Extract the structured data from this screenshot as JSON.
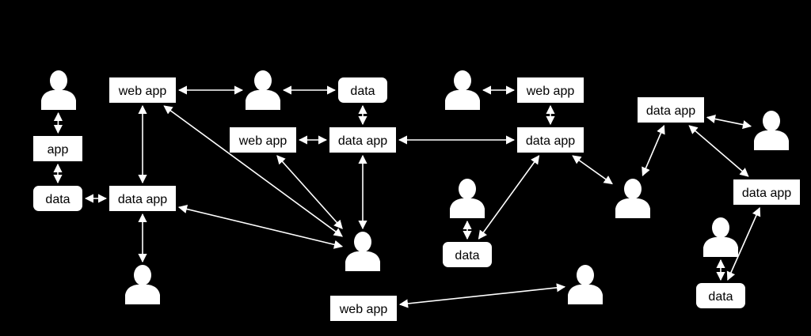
{
  "diagram": {
    "background": "#000000",
    "foreground": "#ffffff",
    "node_kinds": {
      "web_app": "web app",
      "data_app": "data app",
      "data": "data",
      "app": "app",
      "user": "person-icon"
    },
    "nodes": [
      {
        "id": "u1",
        "kind": "user"
      },
      {
        "id": "a1",
        "kind": "app",
        "label": "app"
      },
      {
        "id": "d1",
        "kind": "data",
        "label": "data"
      },
      {
        "id": "w1",
        "kind": "web_app",
        "label": "web app"
      },
      {
        "id": "da1",
        "kind": "data_app",
        "label": "data app"
      },
      {
        "id": "u2",
        "kind": "user"
      },
      {
        "id": "u3",
        "kind": "user"
      },
      {
        "id": "d2",
        "kind": "data",
        "label": "data"
      },
      {
        "id": "w2",
        "kind": "web_app",
        "label": "web app"
      },
      {
        "id": "da2",
        "kind": "data_app",
        "label": "data app"
      },
      {
        "id": "u4",
        "kind": "user"
      },
      {
        "id": "w3",
        "kind": "web_app",
        "label": "web app"
      },
      {
        "id": "u5",
        "kind": "user"
      },
      {
        "id": "w4",
        "kind": "web_app",
        "label": "web app"
      },
      {
        "id": "da3",
        "kind": "data_app",
        "label": "data app"
      },
      {
        "id": "u6",
        "kind": "user"
      },
      {
        "id": "d3",
        "kind": "data",
        "label": "data"
      },
      {
        "id": "da4",
        "kind": "data_app",
        "label": "data app"
      },
      {
        "id": "u7",
        "kind": "user"
      },
      {
        "id": "u8",
        "kind": "user"
      },
      {
        "id": "da5",
        "kind": "data_app",
        "label": "data app"
      },
      {
        "id": "u9",
        "kind": "user"
      },
      {
        "id": "d4",
        "kind": "data",
        "label": "data"
      },
      {
        "id": "u10",
        "kind": "user"
      }
    ],
    "edges": [
      [
        "u1",
        "a1"
      ],
      [
        "a1",
        "d1"
      ],
      [
        "d1",
        "da1"
      ],
      [
        "w1",
        "da1"
      ],
      [
        "da1",
        "u2"
      ],
      [
        "w1",
        "u3"
      ],
      [
        "u3",
        "d2"
      ],
      [
        "d2",
        "da2"
      ],
      [
        "w2",
        "da2"
      ],
      [
        "da2",
        "u4"
      ],
      [
        "w1",
        "u4"
      ],
      [
        "da1",
        "u4"
      ],
      [
        "w2",
        "u4"
      ],
      [
        "w3",
        "u10"
      ],
      [
        "da2",
        "da3"
      ],
      [
        "u5",
        "w4"
      ],
      [
        "w4",
        "da3"
      ],
      [
        "u6",
        "d3"
      ],
      [
        "da3",
        "d3"
      ],
      [
        "da3",
        "u8"
      ],
      [
        "u8",
        "da4"
      ],
      [
        "da4",
        "u7"
      ],
      [
        "da4",
        "da5"
      ],
      [
        "u9",
        "d4"
      ],
      [
        "d4",
        "da5"
      ]
    ]
  }
}
